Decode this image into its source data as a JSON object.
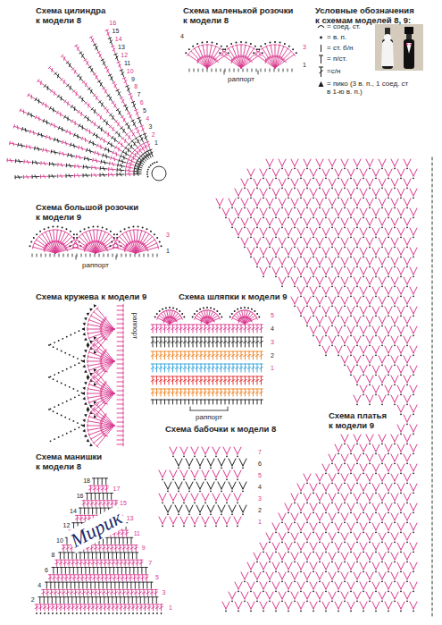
{
  "diagram": {
    "labels": [
      "Схема цилиндра к модели 8",
      "Схема маленькой розочки к модели 8",
      "Условные обозначения к схемам моделей 8, 9:",
      "Схема большой розочки к модели 9",
      "Схема кружева к модели 9",
      "Схема шляпки к модели 9",
      "Схема платья к модели 9",
      "Схема бабочки к модели 8",
      "Схема манишки к модели 8",
      "раппорт",
      "раппорт",
      "раппорт",
      "раппорт",
      "Мирик",
      "1",
      "2",
      "3",
      "4",
      "5",
      "6",
      "7",
      "8",
      "9",
      "10",
      "11",
      "12",
      "13",
      "14",
      "15",
      "16",
      "4",
      "3",
      "1",
      "3",
      "1",
      "5",
      "4",
      "3",
      "2",
      "1",
      "7",
      "6",
      "5",
      "4",
      "3",
      "2",
      "1",
      "1",
      "2",
      "3",
      "4",
      "5",
      "6",
      "7",
      "8",
      "9",
      "10",
      "11",
      "12",
      "13",
      "14",
      "15",
      "16",
      "17",
      "18"
    ],
    "legend": [
      {
        "text": "= соед. ст."
      },
      {
        "text": "= в. п."
      },
      {
        "text": "= ст. б/н"
      },
      {
        "text": "= п/ст."
      },
      {
        "text": "=с/н"
      },
      {
        "text": "= пико (3 в. п., 1 соед. ст в 1-ю в. п.)"
      }
    ]
  }
}
